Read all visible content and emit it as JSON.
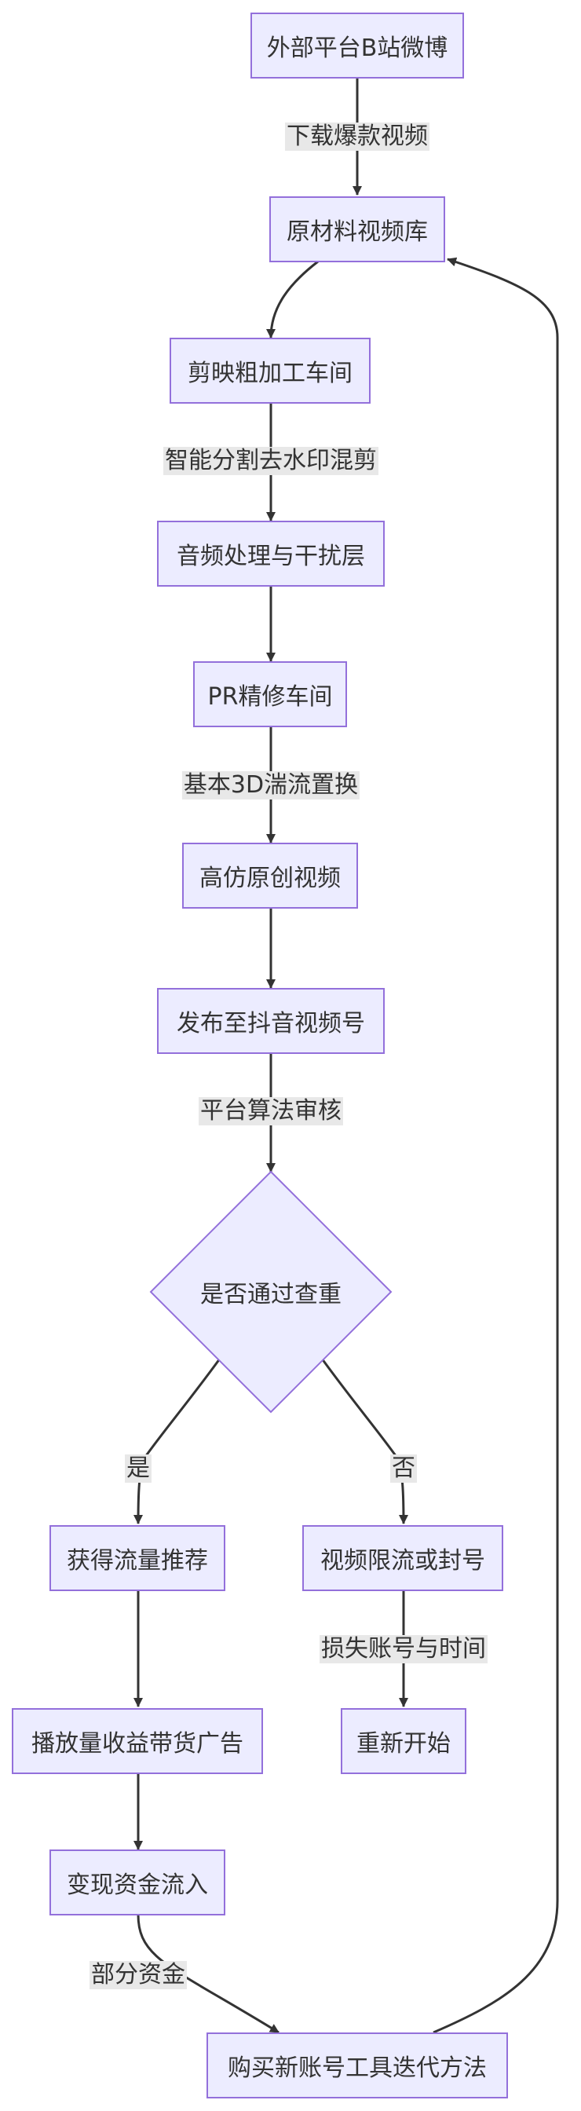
{
  "nodes": {
    "source": "外部平台B站微博",
    "raw_library": "原材料视频库",
    "jianying": "剪映粗加工车间",
    "audio": "音频处理与干扰层",
    "pr": "PR精修车间",
    "imitation": "高仿原创视频",
    "publish": "发布至抖音视频号",
    "check": "是否通过查重",
    "traffic": "获得流量推荐",
    "limit": "视频限流或封号",
    "revenue": "播放量收益带货广告",
    "restart": "重新开始",
    "cash": "变现资金流入",
    "buy_tools": "购买新账号工具迭代方法"
  },
  "edges": {
    "download": "下载爆款视频",
    "smart_cut": "智能分割去水印混剪",
    "render_3d": "基本3D湍流置换",
    "audit": "平台算法审核",
    "yes": "是",
    "no": "否",
    "lose": "损失账号与时间",
    "partial_funds": "部分资金"
  },
  "colors": {
    "node_fill": "#ECECFF",
    "node_border": "#9370DB",
    "edge": "#333333",
    "label_bg": "#e8e8e8",
    "text": "#333333"
  }
}
